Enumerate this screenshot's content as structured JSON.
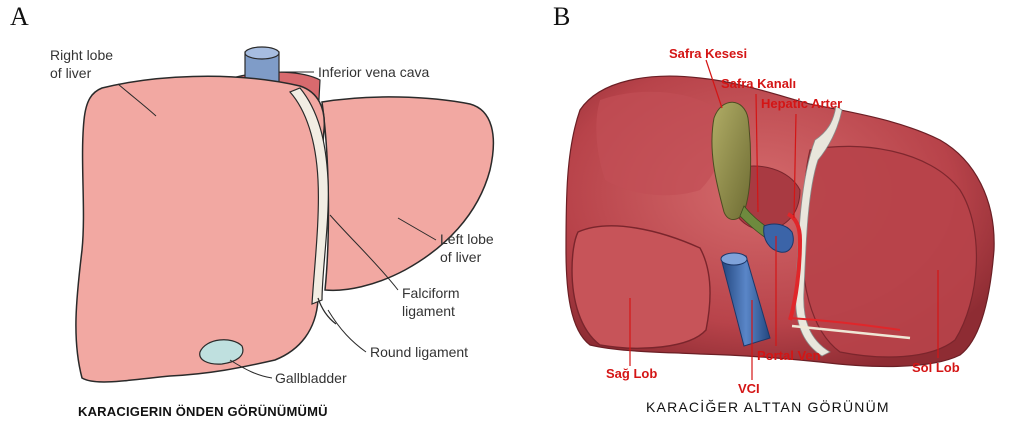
{
  "panel_a": {
    "letter": "A",
    "labels": {
      "right_lobe": [
        "Right lobe",
        "of liver"
      ],
      "ivc": "Inferior vena cava",
      "left_lobe": [
        "Left lobe",
        "of liver"
      ],
      "falciform": [
        "Falciform",
        "ligament"
      ],
      "round": "Round ligament",
      "gallbladder": "Gallbladder"
    },
    "caption": "KARACIGERIN ÖNDEN GÖRÜNÜMÜMÜ",
    "colors": {
      "liver": "#f2a8a2",
      "outline": "#2a2a2a",
      "ligament": "#f2ede3",
      "vessel": "#7f9cc8",
      "gallbladder": "#bfe0df",
      "ivc_band": "#d86a6e"
    }
  },
  "panel_b": {
    "letter": "B",
    "labels": {
      "safra_kesesi": "Safra Kesesi",
      "safra_kanali": "Safra Kanalı",
      "hepatic_arter": "Hepatic Arter",
      "sag_lob": "Sağ Lob",
      "vci": "VCI",
      "portal_ven": "Portal Ven",
      "sol_lob": "Sol Lob"
    },
    "caption": "KARACİĞER ALTTAN GÖRÜNÜM",
    "colors": {
      "liver": "#b8434a",
      "liver_light": "#d46a6c",
      "liver_dark": "#8e2c33",
      "label": "#d41515",
      "vci": "#3b64a8",
      "gallbladder": "#8e8c4a"
    }
  }
}
